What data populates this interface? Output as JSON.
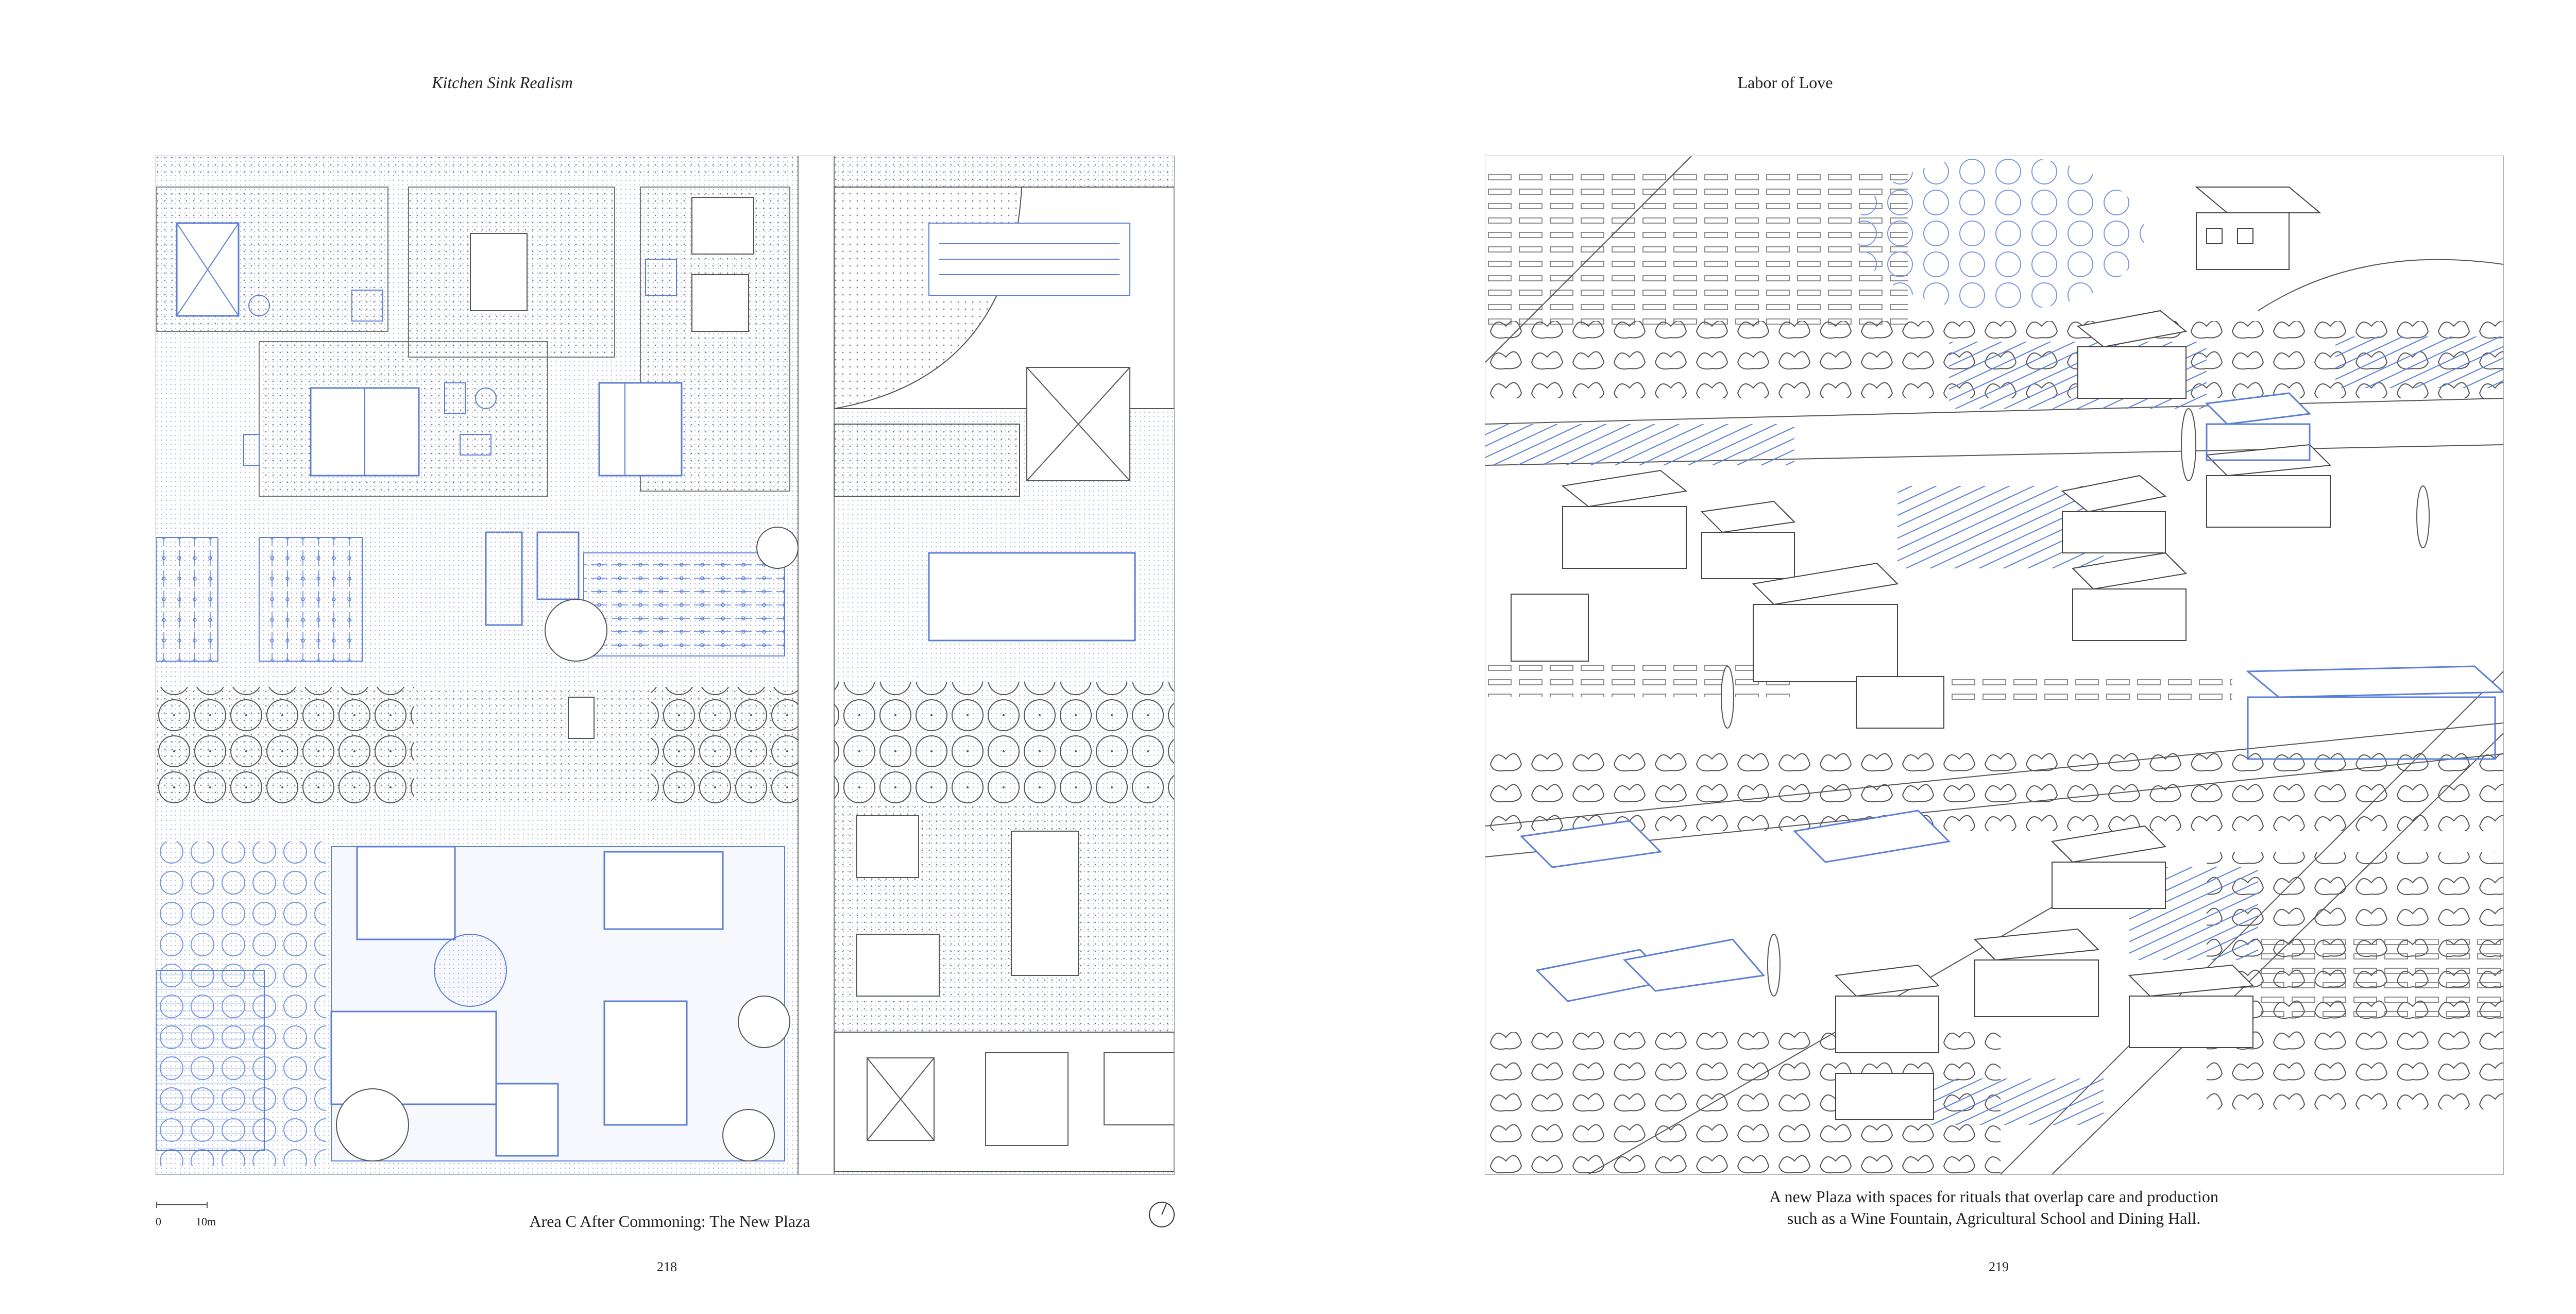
{
  "left_page": {
    "running_head": "Kitchen Sink Realism",
    "caption": "Area C After Commoning: The New Plaza",
    "page_number": "218",
    "scale_bar": {
      "start": "0",
      "end": "10m"
    }
  },
  "right_page": {
    "running_head": "Labor of Love",
    "caption_line1": "A new Plaza with spaces for rituals that overlap care and production",
    "caption_line2": "such as a Wine Fountain, Agricultural School and Dining Hall.",
    "page_number": "219"
  },
  "colors": {
    "ink": "#3c3c3c",
    "accent_blue": "#5b7fd6",
    "light_blue": "#c9d6f2",
    "frame": "#9aa3b2"
  }
}
